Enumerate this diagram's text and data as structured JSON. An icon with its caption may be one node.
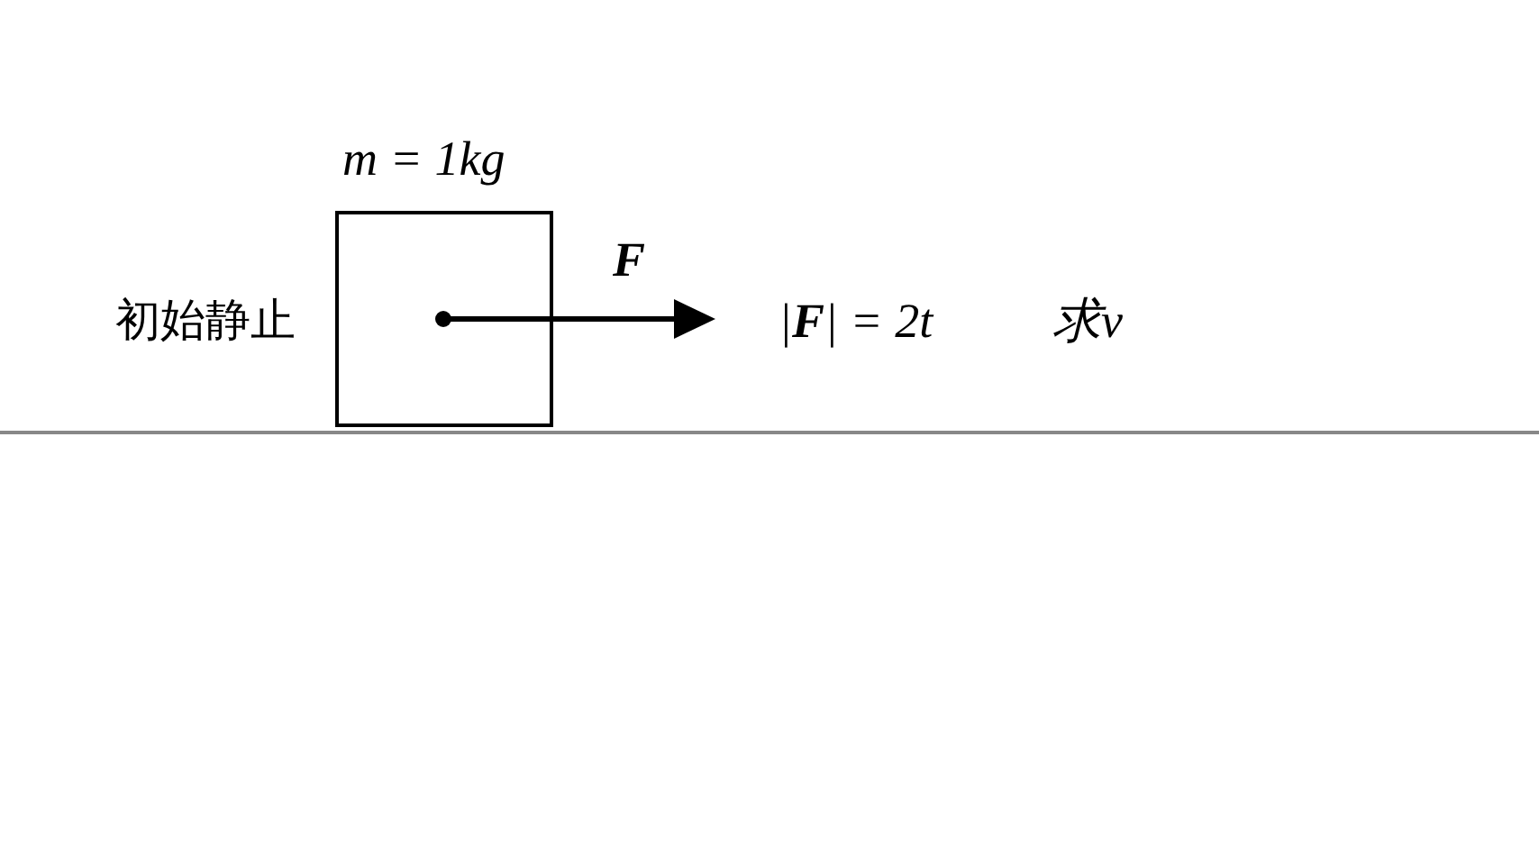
{
  "diagram": {
    "nodes": [
      {
        "text": [
          "m = 1kg"
        ]
      }
    ],
    "labels": [
      "初始静止",
      "F",
      "|**F**| = 2t",
      "求v"
    ]
  }
}
